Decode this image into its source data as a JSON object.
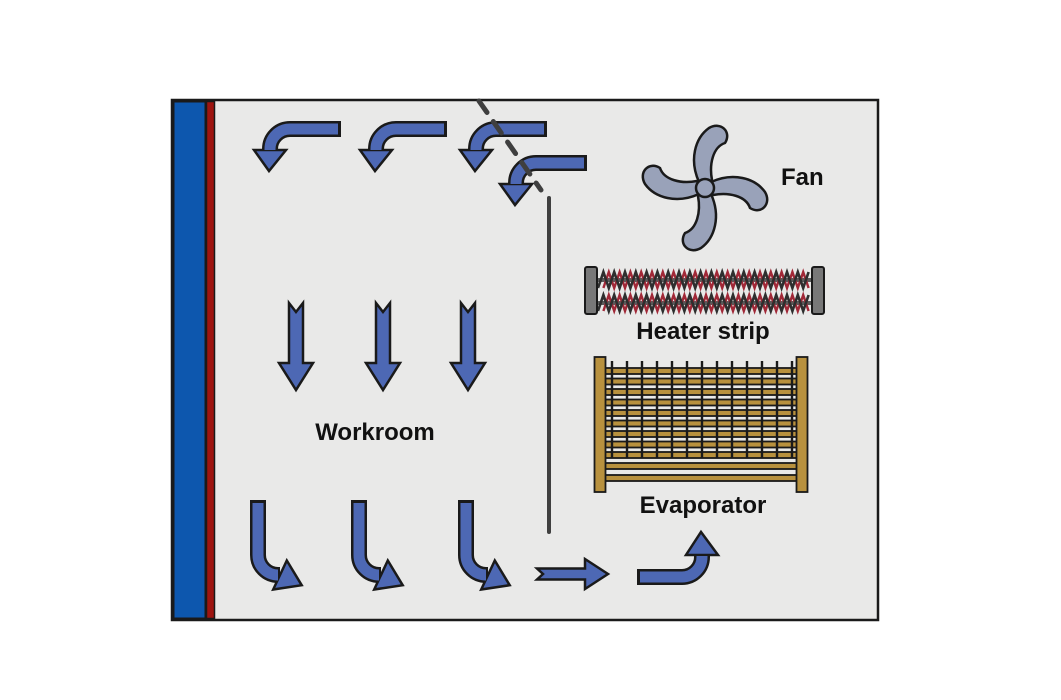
{
  "diagram": {
    "labels": {
      "fan": "Fan",
      "heater": "Heater strip",
      "evaporator": "Evaporator",
      "workroom": "Workroom"
    },
    "colors": {
      "page_bg": "#ffffff",
      "room_bg": "#e9e9e8",
      "outline": "#1a1a1a",
      "wall_blue": "#0d57ae",
      "wall_red": "#9e1410",
      "arrow_fill": "#4d68b4",
      "fan_gray": "#99a2b9",
      "metal_gray": "#787878",
      "coil_dark": "#2e2e2e",
      "coil_red": "#a12837",
      "evaporator_tan": "#b8913e",
      "divider": "#3f3f3f"
    }
  }
}
